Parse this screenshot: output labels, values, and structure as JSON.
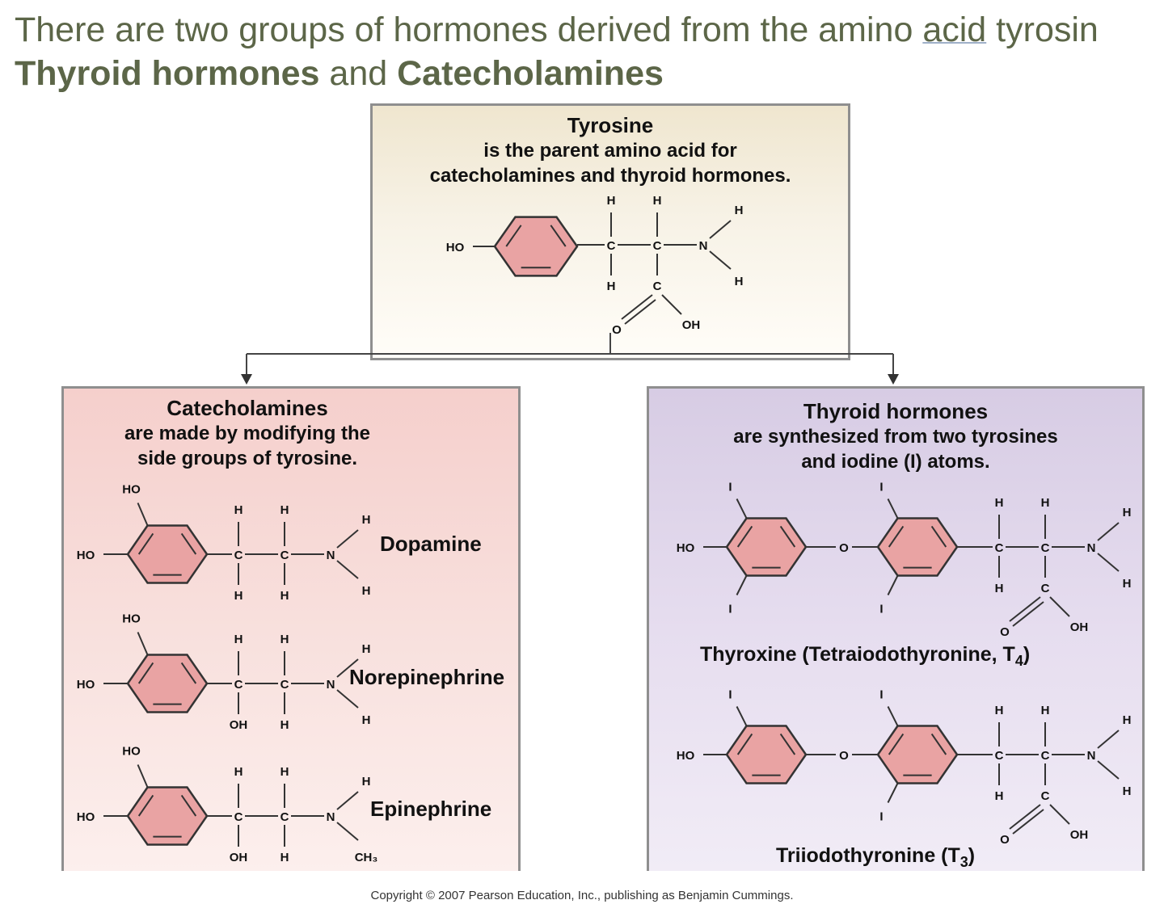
{
  "intro": {
    "line1_start": "There are two groups of hormones derived from the amino ",
    "line1_underlined": "acid",
    "line1_end": " tyrosin",
    "line2_bold1": "Thyroid hormones",
    "line2_and": " and ",
    "line2_bold2": "Catecholamines"
  },
  "tyrosine": {
    "title": "Tyrosine",
    "line1": "is the parent amino acid for",
    "line2": "catecholamines and thyroid hormones."
  },
  "catecholamines": {
    "title": "Catecholamines",
    "line1": "are made by modifying the",
    "line2": "side groups of tyrosine.",
    "names": [
      "Dopamine",
      "Norepinephrine",
      "Epinephrine"
    ]
  },
  "thyroid": {
    "title": "Thyroid hormones",
    "line1": "are synthesized from two tyrosines",
    "line2": "and iodine (I) atoms.",
    "t4_name": "Thyroxine (Tetraiodothyronine, T",
    "t4_sub": "4",
    "t4_close": ")",
    "t3_name": "Triiodothyronine (T",
    "t3_sub": "3",
    "t3_close": ")"
  },
  "atoms": {
    "H": "H",
    "C": "C",
    "N": "N",
    "O": "O",
    "OH": "OH",
    "HO": "HO",
    "I": "I",
    "CH3": "CH₃"
  },
  "copyright": "Copyright © 2007 Pearson Education, Inc., publishing as Benjamin Cummings.",
  "colors": {
    "title_text": "#5c6648",
    "ring_fill": "#e9a3a3",
    "tyrosine_box": "#f4ecd9",
    "catecholamine_box": "#f7d9d7",
    "thyroid_box": "#e2d8ec"
  }
}
